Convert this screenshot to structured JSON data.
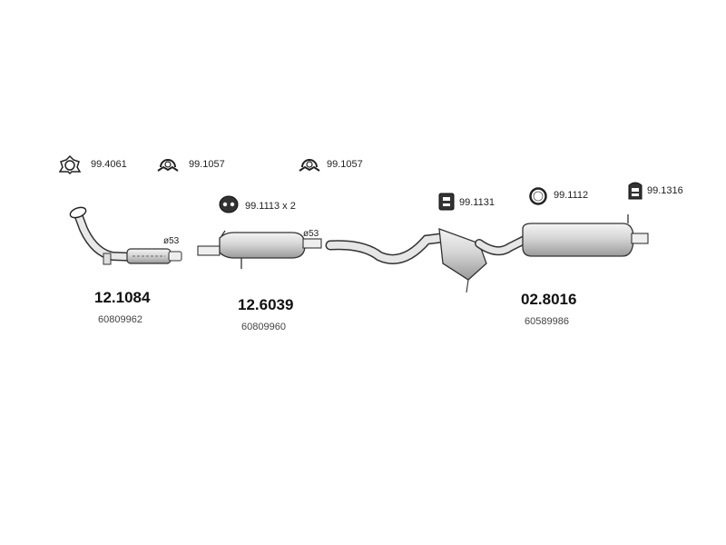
{
  "fittings": {
    "flange_gasket": "99.4061",
    "clamp_a": "99.1057",
    "clamp_b": "99.1057",
    "rubber_hanger_pair": "99.1113 x 2",
    "rubber_mount_mid": "99.1131",
    "ring_gasket": "99.1112",
    "rubber_mount_rear": "99.1316"
  },
  "parts": {
    "front_pipe": {
      "number": "12.1084",
      "oem": "60809962",
      "diameter": "ø53"
    },
    "center_silencer": {
      "number": "12.6039",
      "oem": "60809960",
      "diameter": "ø53"
    },
    "rear_silencer": {
      "number": "02.8016",
      "oem": "60589986"
    }
  }
}
